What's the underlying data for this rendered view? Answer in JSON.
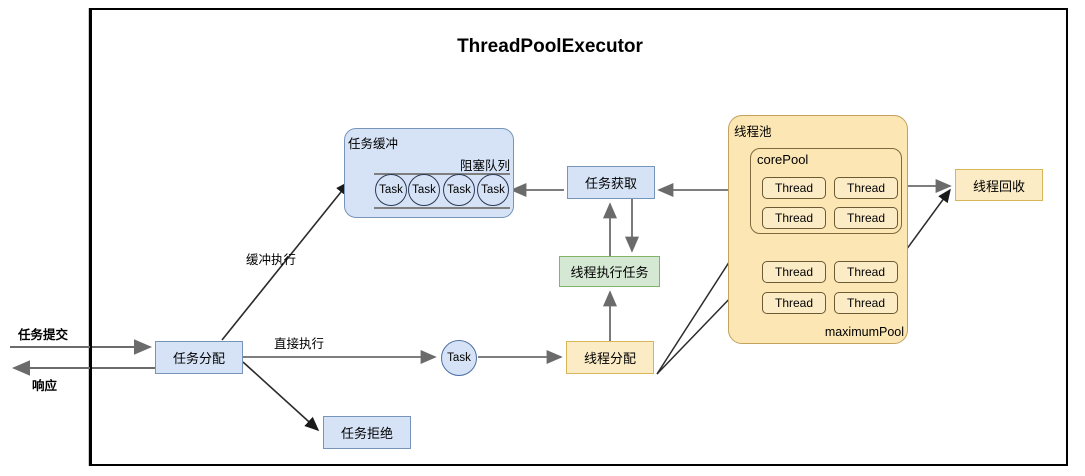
{
  "diagram": {
    "title": "ThreadPoolExecutor",
    "colors": {
      "blue_fill": "#d6e3f7",
      "blue_stroke": "#7795b8",
      "green_fill": "#d5e8d4",
      "green_stroke": "#82b366",
      "yellow_fill": "#fcecc6",
      "yellow_stroke": "#d6b656",
      "pool_fill": "#fbe6b4",
      "pool_stroke": "#c2a25d",
      "frame_stroke": "#000000",
      "arrow_gray": "#6b6b6b",
      "arrow_dark": "#2b2b2b"
    },
    "buffer": {
      "title": "任务缓冲",
      "queue_label": "阻塞队列",
      "tasks": [
        "Task",
        "Task",
        "Task",
        "Task"
      ]
    },
    "nodes": {
      "task_fetch": "任务获取",
      "thread_execute_task": "线程执行任务",
      "task_dispatch": "任务分配",
      "task_reject": "任务拒绝",
      "thread_alloc": "线程分配",
      "thread_recycle": "线程回收",
      "standalone_task": "Task"
    },
    "pool": {
      "title": "线程池",
      "core_pool_label": "corePool",
      "maximum_pool_label": "maximumPool",
      "core_threads": [
        "Thread",
        "Thread",
        "Thread",
        "Thread"
      ],
      "max_threads": [
        "Thread",
        "Thread",
        "Thread",
        "Thread"
      ]
    },
    "edge_labels": {
      "buffer_execute": "缓冲执行",
      "direct_execute": "直接执行",
      "task_submit": "任务提交",
      "response": "响应"
    }
  }
}
